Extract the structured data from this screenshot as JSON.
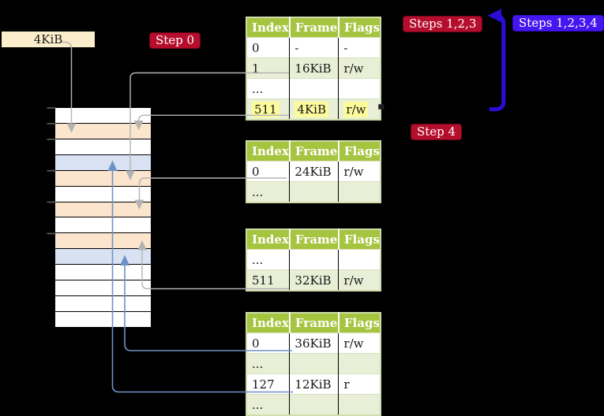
{
  "diagram": {
    "frame_label": {
      "text": "4KiB"
    },
    "badges": {
      "step0": {
        "text": "Step 0"
      },
      "steps123": {
        "text": "Steps 1,2,3"
      },
      "steps1234": {
        "text": "Steps 1,2,3,4"
      },
      "step4": {
        "text": "Step 4"
      }
    },
    "table_headers": [
      "Index",
      "Frame",
      "Flags"
    ],
    "tables": [
      {
        "rows": [
          {
            "cells": [
              "0",
              "-",
              "-"
            ]
          },
          {
            "cells": [
              "1",
              "16KiB",
              "r/w"
            ]
          },
          {
            "cells": [
              "...",
              "",
              ""
            ]
          },
          {
            "cells": [
              "511",
              "4KiB",
              "r/w"
            ],
            "highlight": true
          }
        ]
      },
      {
        "rows": [
          {
            "cells": [
              "0",
              "24KiB",
              "r/w"
            ]
          },
          {
            "cells": [
              "...",
              "",
              ""
            ]
          }
        ]
      },
      {
        "rows": [
          {
            "cells": [
              "...",
              "",
              ""
            ]
          },
          {
            "cells": [
              "511",
              "32KiB",
              "r/w"
            ]
          }
        ]
      },
      {
        "rows": [
          {
            "cells": [
              "0",
              "36KiB",
              "r/w"
            ]
          },
          {
            "cells": [
              "...",
              "",
              ""
            ]
          },
          {
            "cells": [
              "127",
              "12KiB",
              "r"
            ]
          },
          {
            "cells": [
              "...",
              "",
              ""
            ]
          }
        ]
      }
    ],
    "memory": {
      "row_fills": [
        "white",
        "peach",
        "white",
        "blue",
        "peach",
        "white",
        "peach",
        "white",
        "peach",
        "blue",
        "white",
        "white",
        "white",
        "white"
      ]
    },
    "connections": [
      {
        "from": "frame-size-label",
        "to": "memory-row-2",
        "style": "gray"
      },
      {
        "from": "table1-entry-1",
        "to": "memory-row-5",
        "style": "gray"
      },
      {
        "from": "table1-entry-511",
        "to": "memory-row-2",
        "style": "gray"
      },
      {
        "from": "table2-entry-0",
        "to": "memory-row-7",
        "style": "gray"
      },
      {
        "from": "table3-entry-511",
        "to": "memory-row-9",
        "style": "gray"
      },
      {
        "from": "table4-entry-0",
        "to": "memory-row-10",
        "style": "blue"
      },
      {
        "from": "table4-entry-127",
        "to": "memory-row-4",
        "style": "blue"
      },
      {
        "from": "table1-entry-511",
        "to": "table1",
        "style": "big-blue-loop"
      }
    ]
  },
  "palette": {
    "frame_label_bg": "#fbeecb",
    "badge_red": "#b50d2c",
    "badge_red_border": "#6d0618",
    "badge_blue": "#4517f0",
    "badge_blue_border": "#2e0ac0",
    "header_green": "#a5c43f",
    "row_shaded": "#e9efd7",
    "table_border": "#d0dcaa",
    "row_separator": "#d7e1bd",
    "highlight_yellow": "#fdfc9c",
    "mem_white": "#ffffff",
    "mem_peach": "#fce5cd",
    "mem_blue": "#d9e2f3",
    "connector_gray": "#b3b3b3",
    "connector_blue": "#6e92c7",
    "big_arrow_blue": "#2b0dd8",
    "tick_gray": "#5f5f5f"
  }
}
